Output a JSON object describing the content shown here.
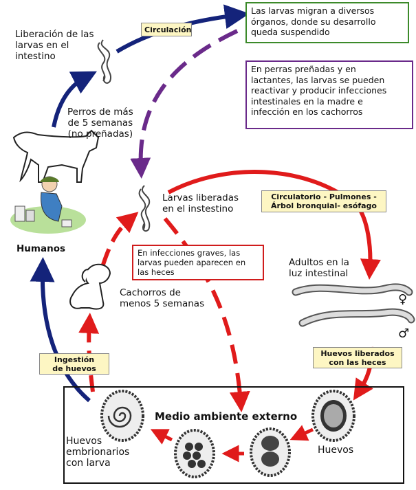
{
  "labels": {
    "liberacion": [
      "Liberación de las",
      "larvas en el",
      "intestino"
    ],
    "perros": [
      "Perros de más",
      "de 5 semanas",
      "(no preñadas)"
    ],
    "humanos": "Humanos",
    "larvas_liberadas": [
      "Larvas liberadas",
      "en el instestino"
    ],
    "adultos": [
      "Adultos en la",
      "luz intestinal"
    ],
    "cachorros": [
      "Cachorros de",
      "menos  5 semanas"
    ],
    "medio": "Medio ambiente externo",
    "huevos": "Huevos",
    "huevos_emb": [
      "Huevos",
      "embrionarios",
      "con larva"
    ],
    "female": "♀",
    "male": "♂"
  },
  "boxes": {
    "green": [
      "Las larvas migran a diversos",
      "órganos, donde su desarrollo",
      "queda suspendido"
    ],
    "purple": [
      "En perras preñadas y en",
      "lactantes, las larvas se pueden",
      "reactivar y producir infecciones",
      "intestinales en la madre e",
      "infección en los cachorros"
    ],
    "red": [
      "En infecciones graves, las",
      "larvas pueden aparecen en",
      "las heces"
    ]
  },
  "tags": {
    "circulacion": "Circulación",
    "circulatorio": [
      "Circulatorio - Pulmones -",
      "Árbol bronquial- esófago"
    ],
    "ingestion": [
      "Ingestión",
      "de huevos"
    ],
    "huevos_liberados": [
      "Huevos liberados",
      "con las heces"
    ]
  },
  "colors": {
    "navy": "#14237a",
    "purple": "#6a2a8a",
    "red": "#e01b1b",
    "green_border": "#3c8a2a",
    "tag_fill": "#fdf6c3"
  }
}
